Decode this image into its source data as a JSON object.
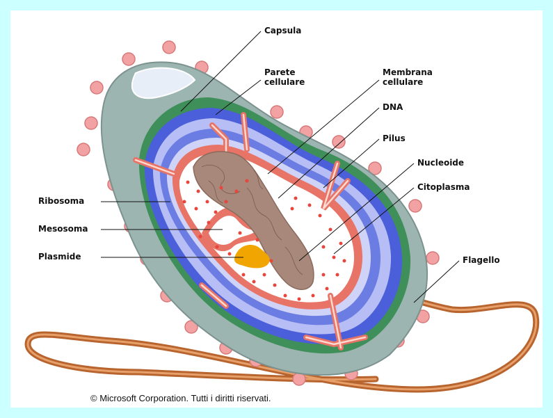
{
  "labels": {
    "capsula": "Capsula",
    "parete_1": "Parete",
    "parete_2": "cellulare",
    "membrana_1": "Membrana",
    "membrana_2": "cellulare",
    "dna": "DNA",
    "pilus": "Pilus",
    "nucleoide": "Nucleoide",
    "citoplasma": "Citoplasma",
    "ribosoma": "Ribosoma",
    "mesosoma": "Mesosoma",
    "plasmide": "Plasmide",
    "flagello": "Flagello"
  },
  "copyright": "© Microsoft Corporation. Tutti i diritti riservati.",
  "colors": {
    "background": "#ccffff",
    "capsule": "#9db5b1",
    "cell_wall_green": "#3f8f5a",
    "outer_membrane_blue": "#4a5fd9",
    "inner_blue": "#b7bdf5",
    "membrane_red": "#e77466",
    "nucleoid": "#a8887a",
    "plasmid": "#f0a500",
    "flagellum": "#b8642f",
    "ribosome": "#e8453c",
    "pili": "#f2a2a2"
  }
}
